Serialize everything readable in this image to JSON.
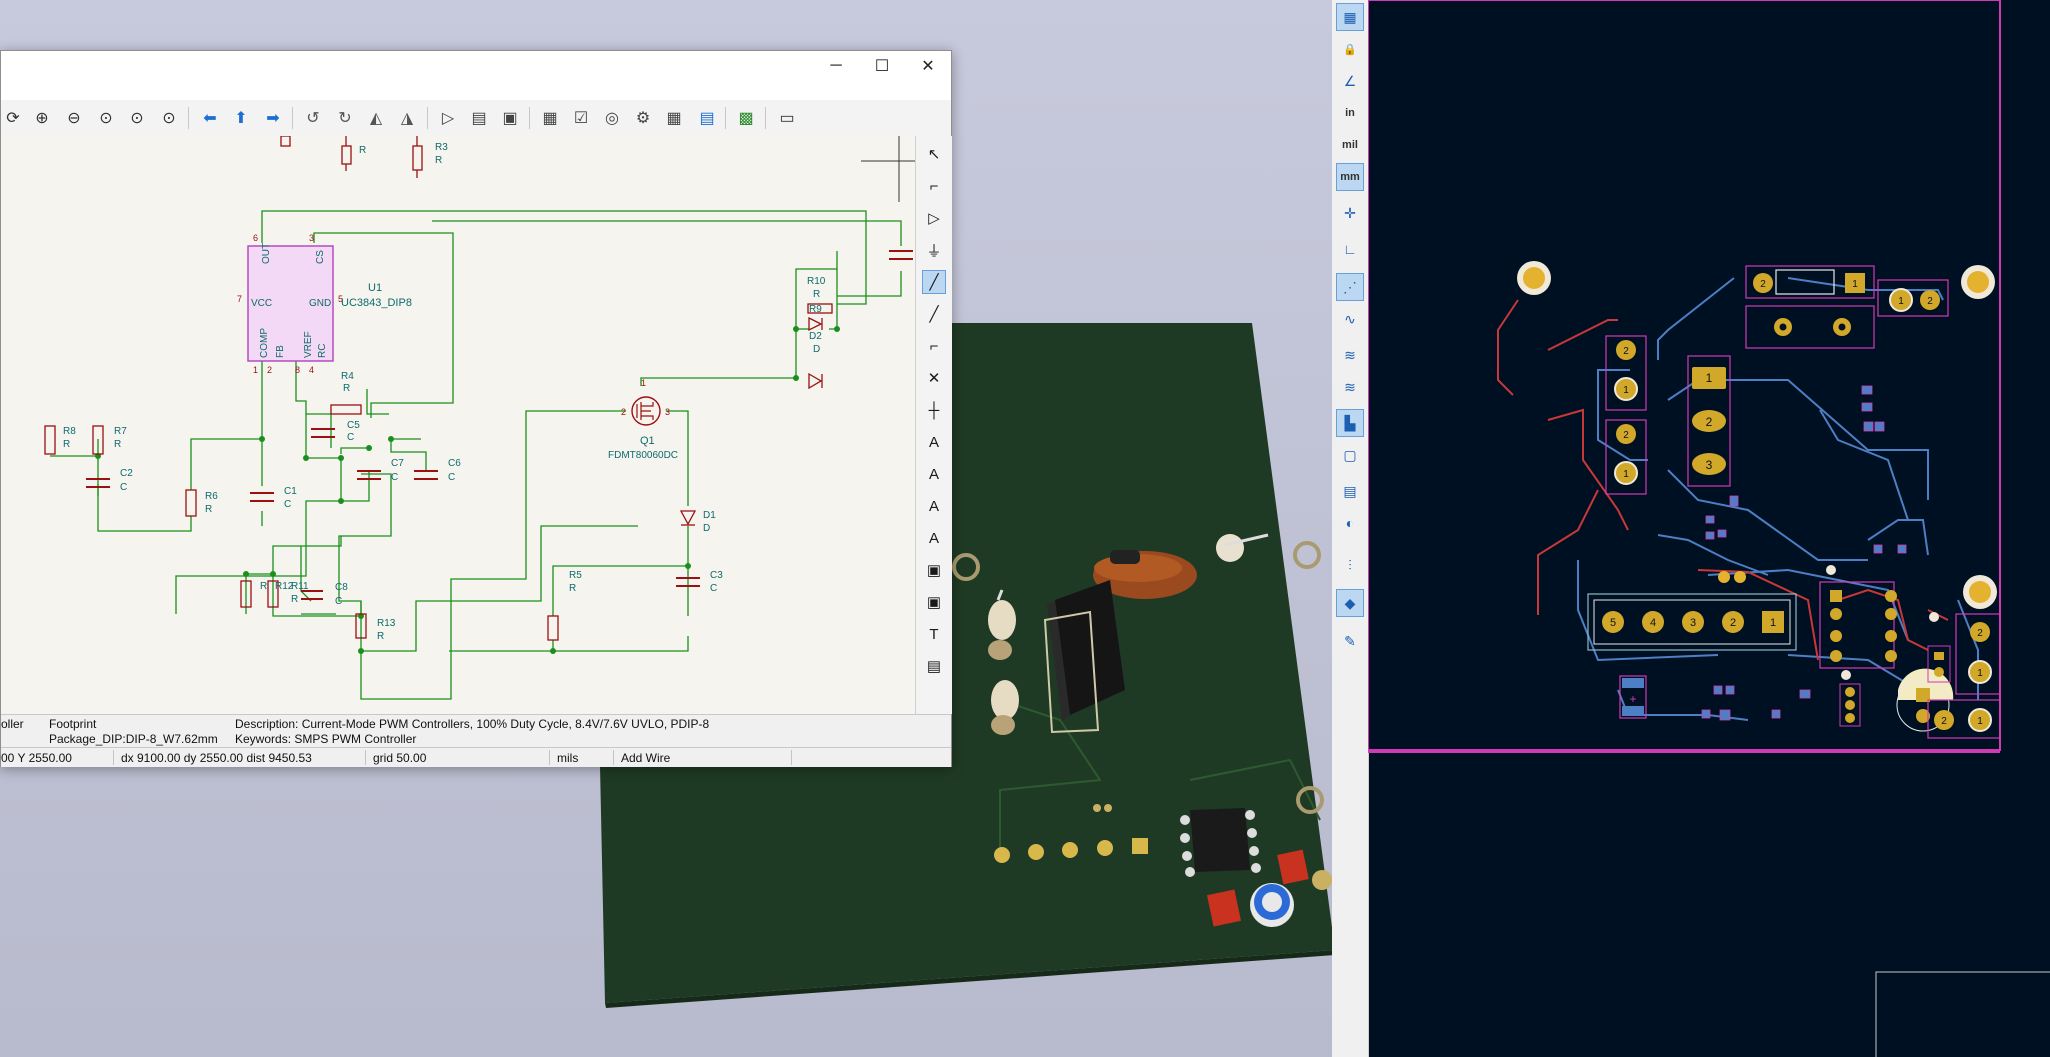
{
  "scene3d": {
    "board_color": "#1f3a24",
    "background_color": "#c2c4d6"
  },
  "schematic_window": {
    "window_controls": {
      "minimize": "─",
      "maximize": "☐",
      "close": "✕"
    },
    "canvas": {
      "background_color": "#f5f4ef",
      "wire_color": "#1b8f1b",
      "symbol_color": "#9b1010",
      "label_color": "#0e6b6b",
      "components": {
        "u1_ref": "U1",
        "u1_value": "UC3843_DIP8",
        "u1_pins": {
          "out": "OUT",
          "cs": "CS",
          "vcc": "VCC",
          "gnd": "GND",
          "comp": "COMP",
          "fb": "FB",
          "vref": "VREF",
          "rc": "RC",
          "n6": "6",
          "n3": "3",
          "n7": "7",
          "n5": "5",
          "n1": "1",
          "n2": "2",
          "n8": "8",
          "n4": "4"
        },
        "q1_ref": "Q1",
        "q1_value": "FDMT80060DC",
        "q1_pins": {
          "p1": "1",
          "p2": "2",
          "p3": "3"
        },
        "resistor_value": "R",
        "capacitor_value": "C",
        "diode_value": "D",
        "r3": "R3",
        "r4": "R4",
        "r5": "R5",
        "r6": "R6",
        "r7": "R7",
        "r8": "R8",
        "r9": "R9",
        "r10": "R10",
        "r11": "R11",
        "r12": "R12",
        "r13": "R13",
        "c1": "C1",
        "c2": "C2",
        "c3": "C3",
        "c5": "C5",
        "c6": "C6",
        "c7": "C7",
        "c8": "C8",
        "d1": "D1",
        "d2": "D2"
      }
    },
    "right_toolbar": [
      {
        "name": "select-tool-icon",
        "glyph": "↖"
      },
      {
        "name": "highlight-net-icon",
        "glyph": "⌐"
      },
      {
        "name": "add-symbol-icon",
        "glyph": "▷"
      },
      {
        "name": "add-power-icon",
        "glyph": "⏚"
      },
      {
        "name": "add-wire-icon",
        "glyph": "╱"
      },
      {
        "name": "add-bus-icon",
        "glyph": "╱"
      },
      {
        "name": "bus-entry-icon",
        "glyph": "⌐"
      },
      {
        "name": "no-connect-icon",
        "glyph": "✕"
      },
      {
        "name": "junction-icon",
        "glyph": "┼"
      },
      {
        "name": "net-label-icon",
        "glyph": "A"
      },
      {
        "name": "global-label-icon",
        "glyph": "A"
      },
      {
        "name": "hier-label-icon",
        "glyph": "A"
      },
      {
        "name": "hier-pin-icon",
        "glyph": "A"
      },
      {
        "name": "add-sheet-icon",
        "glyph": "▣"
      },
      {
        "name": "import-sheet-pin-icon",
        "glyph": "▣"
      },
      {
        "name": "add-text-icon",
        "glyph": "T"
      },
      {
        "name": "add-textbox-icon",
        "glyph": "▤"
      }
    ],
    "message_panel": {
      "left_partial": "oller",
      "footprint_label": "Footprint",
      "footprint_value": "Package_DIP:DIP-8_W7.62mm",
      "description": "Description: Current-Mode PWM Controllers, 100% Duty Cycle, 8.4V/7.6V UVLO, PDIP-8",
      "keywords": "Keywords: SMPS PWM Controller"
    },
    "status_bar": {
      "coords": "00  Y 2550.00",
      "delta": "dx 9100.00  dy 2550.00  dist 9450.53",
      "grid": "grid 50.00",
      "units": "mils",
      "tool": "Add Wire"
    }
  },
  "pcb_window": {
    "background_color": "#001023",
    "board_edge_color": "#d23ab4",
    "front_copper_color": "#c83838",
    "back_copper_color": "#4d7fc4",
    "pad_color": "#d2a82a",
    "toolbar": [
      {
        "name": "grid-icon",
        "glyph": "▦",
        "active": true
      },
      {
        "name": "lock-icon",
        "glyph": "🔒",
        "active": false
      },
      {
        "name": "polar-coords-icon",
        "glyph": "∠",
        "active": false
      },
      {
        "name": "inches-icon",
        "glyph": "in",
        "active": false
      },
      {
        "name": "mils-icon",
        "glyph": "mil",
        "active": false
      },
      {
        "name": "millimeters-icon",
        "glyph": "mm",
        "active": true
      },
      {
        "name": "cursor-icon",
        "glyph": "✛",
        "active": false
      },
      {
        "name": "angle-icon",
        "glyph": "∟",
        "active": false
      },
      {
        "name": "ratsnest-icon",
        "glyph": "⋰",
        "active": true
      },
      {
        "name": "curved-ratsnest-icon",
        "glyph": "∿",
        "active": false
      },
      {
        "name": "high-contrast-icon",
        "glyph": "≋",
        "active": false
      },
      {
        "name": "net-color-icon",
        "glyph": "≋",
        "active": false
      },
      {
        "name": "zone-fill-icon",
        "glyph": "▙",
        "active": true
      },
      {
        "name": "zone-outline-icon",
        "glyph": "▢",
        "active": false
      },
      {
        "name": "pad-number-icon",
        "glyph": "▤",
        "active": false
      },
      {
        "name": "via-icon",
        "glyph": "◐",
        "active": false
      },
      {
        "name": "track-icon",
        "glyph": "⫶",
        "active": false
      },
      {
        "name": "layers-icon",
        "glyph": "◆",
        "active": true
      },
      {
        "name": "settings-icon",
        "glyph": "✎",
        "active": false
      }
    ],
    "labels": {
      "j_pins": [
        "5",
        "4",
        "3",
        "2",
        "1"
      ],
      "u_pins": [
        "1",
        "2",
        "3"
      ],
      "two": "2",
      "one": "1",
      "plus": "+"
    }
  }
}
